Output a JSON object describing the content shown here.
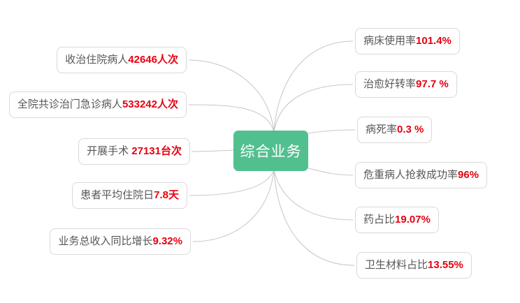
{
  "center": {
    "label": "综合业务"
  },
  "left_nodes": [
    {
      "label": "收治住院病人",
      "value": "42646人次"
    },
    {
      "label": "全院共诊治门急诊病人",
      "value": "533242人次"
    },
    {
      "label": "开展手术 ",
      "value": "27131台次"
    },
    {
      "label": "患者平均住院日",
      "value": "7.8天"
    },
    {
      "label": "业务总收入同比增长",
      "value": "9.32%"
    }
  ],
  "right_nodes": [
    {
      "label": "病床使用率",
      "value": "101.4%"
    },
    {
      "label": "治愈好转率",
      "value": "97.7 %"
    },
    {
      "label": "病死率",
      "value": "0.3 %"
    },
    {
      "label": "危重病人抢救成功率",
      "value": "96%"
    },
    {
      "label": "药占比",
      "value": "19.07%"
    },
    {
      "label": "卫生材料占比",
      "value": "13.55%"
    }
  ],
  "colors": {
    "center_green": "#52bf8f",
    "value_red": "#e60012",
    "label_gray": "#595757",
    "node_border": "#d9d9d9",
    "connector_gray": "#c6c6c6",
    "center_text": "#ffffff"
  }
}
